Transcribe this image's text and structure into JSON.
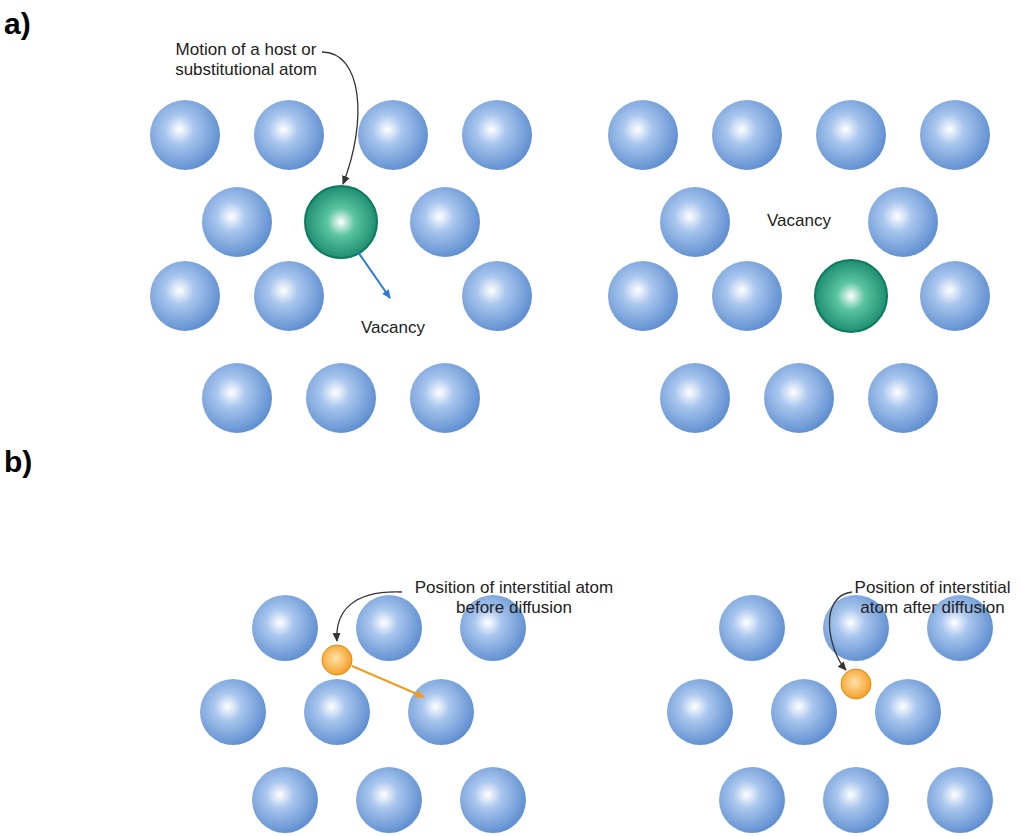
{
  "diagram": {
    "labels": [
      "a)",
      "Motion of a host or substitutional atom",
      "Vacancy",
      "Vacancy",
      "b)",
      "Position of interstitial atom before diffusion",
      "Position of interstitial atom after diffusion"
    ]
  }
}
